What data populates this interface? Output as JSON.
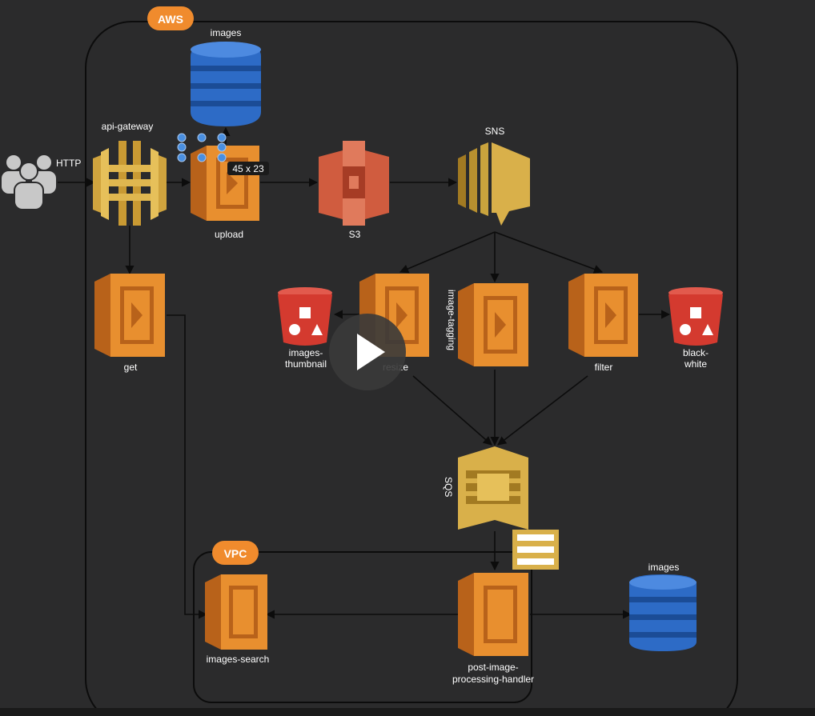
{
  "aws_badge": "AWS",
  "vpc_badge": "VPC",
  "labels": {
    "http": "HTTP",
    "api_gateway": "api-gateway",
    "images_top": "images",
    "upload": "upload",
    "s3": "S3",
    "sns": "SNS",
    "get": "get",
    "images_thumbnail_1": "images-",
    "images_thumbnail_2": "thumbnail",
    "resize": "resize",
    "image_tagging": "image-tagging",
    "filter": "filter",
    "black_white_1": "black-",
    "black_white_2": "white",
    "sqs": "SQS",
    "images_search": "images-search",
    "post_handler_1": "post-image-",
    "post_handler_2": "processing-handler",
    "images_bottom": "images"
  },
  "selection_size": "45 x 23",
  "colors": {
    "background": "#2b2b2c",
    "lambda": "#e88f2f",
    "lambda_dark": "#b8621a",
    "gateway": "#d9b04a",
    "s3": "#d05c3f",
    "dynamodb": "#2d6bc6",
    "bucket": "#d43a2f",
    "selection": "#4a8fe0",
    "badge": "#f08b2d"
  }
}
